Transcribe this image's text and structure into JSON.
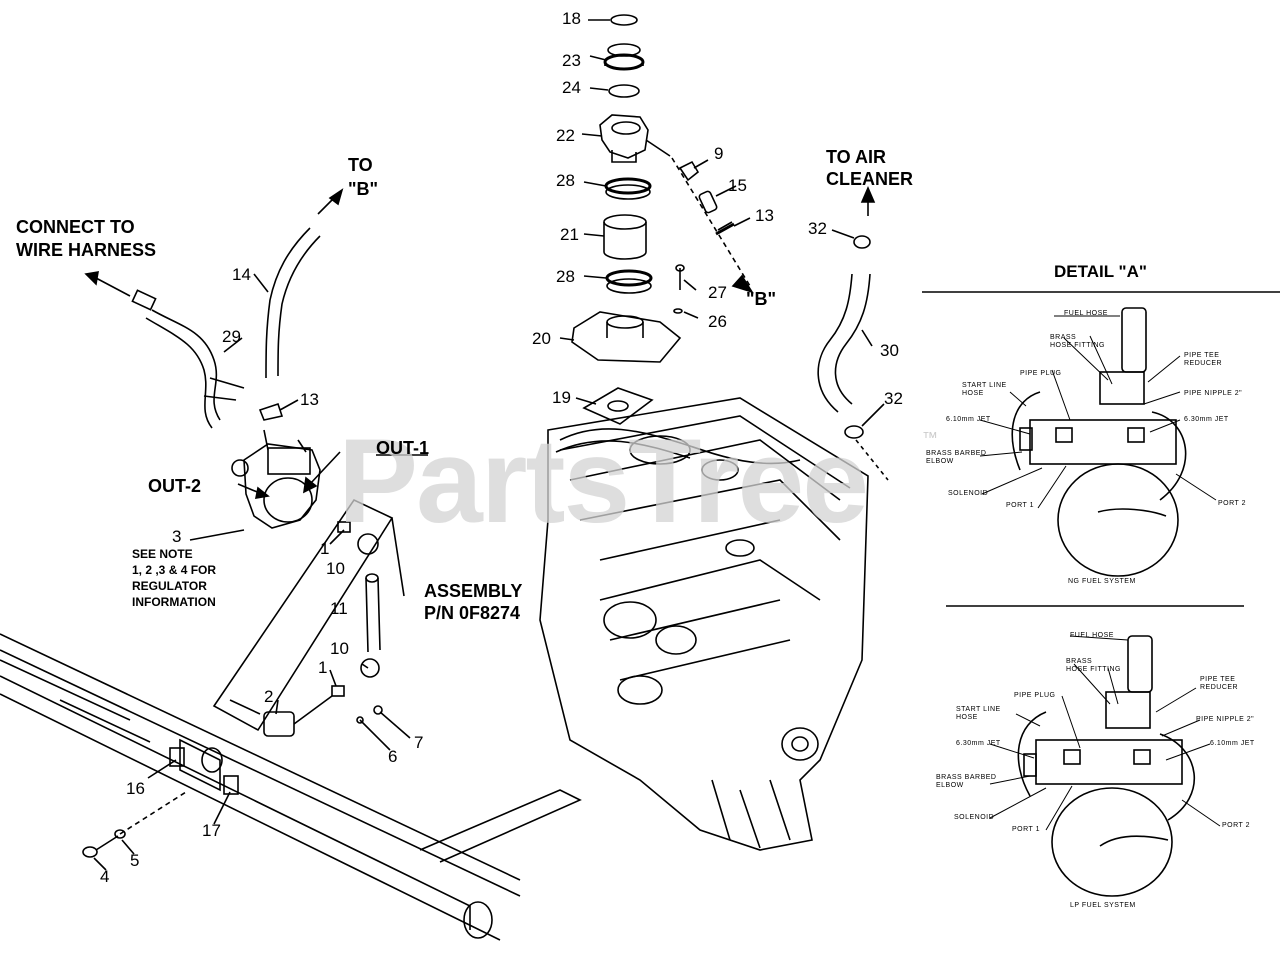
{
  "watermark": {
    "brand": "PartsTree",
    "tm": "™"
  },
  "callouts": {
    "c18": "18",
    "c23": "23",
    "c24": "24",
    "c22": "22",
    "c9": "9",
    "c28a": "28",
    "c15": "15",
    "c21": "21",
    "c13a": "13",
    "c28b": "28",
    "c27": "27",
    "c26": "26",
    "c20": "20",
    "c19": "19",
    "c32a": "32",
    "c30": "30",
    "c32b": "32",
    "c14": "14",
    "c29": "29",
    "c13b": "13",
    "c3": "3",
    "c1a": "1",
    "c10a": "10",
    "c11": "11",
    "c10b": "10",
    "c1b": "1",
    "c2": "2",
    "c6": "6",
    "c7": "7",
    "c16": "16",
    "c17": "17",
    "c5": "5",
    "c4": "4"
  },
  "captions": {
    "to_b_line1": "TO",
    "to_b_line2": "\"B\"",
    "b_marker": "\"B\"",
    "air_line1": "TO AIR",
    "air_line2": "CLEANER",
    "wire_line1": "CONNECT TO",
    "wire_line2": "WIRE HARNESS",
    "out1": "OUT-1",
    "out2": "OUT-2",
    "assembly_line1": "ASSEMBLY",
    "assembly_line2": "P/N 0F8274",
    "see_note": "SEE NOTE\n1, 2 ,3 & 4 FOR\nREGULATOR\nINFORMATION"
  },
  "detail": {
    "title": "DETAIL \"A\"",
    "top": {
      "fuel_hose": "FUEL HOSE",
      "brass_fitting": "BRASS\nHOSE FITTING",
      "pipe_tee": "PIPE TEE\nREDUCER",
      "pipe_plug": "PIPE PLUG",
      "start_line": "START LINE\nHOSE",
      "pipe_nipple": "PIPE NIPPLE 2\"",
      "jet_left": "6.10mm JET",
      "jet_right": "6.30mm JET",
      "brass_barbed": "BRASS BARBED\nELBOW",
      "solenoid": "SOLENOID",
      "port1": "PORT 1",
      "port2": "PORT 2",
      "system": "NG FUEL SYSTEM"
    },
    "bottom": {
      "fuel_hose": "FUEL HOSE",
      "brass_fitting": "BRASS\nHOSE FITTING",
      "pipe_tee": "PIPE TEE\nREDUCER",
      "pipe_plug": "PIPE PLUG",
      "start_line": "START LINE\nHOSE",
      "pipe_nipple": "PIPE NIPPLE 2\"",
      "jet_left": "6.30mm JET",
      "jet_right": "6.10mm JET",
      "brass_barbed": "BRASS BARBED\nELBOW",
      "solenoid": "SOLENOID",
      "port1": "PORT 1",
      "port2": "PORT 2",
      "system": "LP FUEL SYSTEM"
    }
  }
}
